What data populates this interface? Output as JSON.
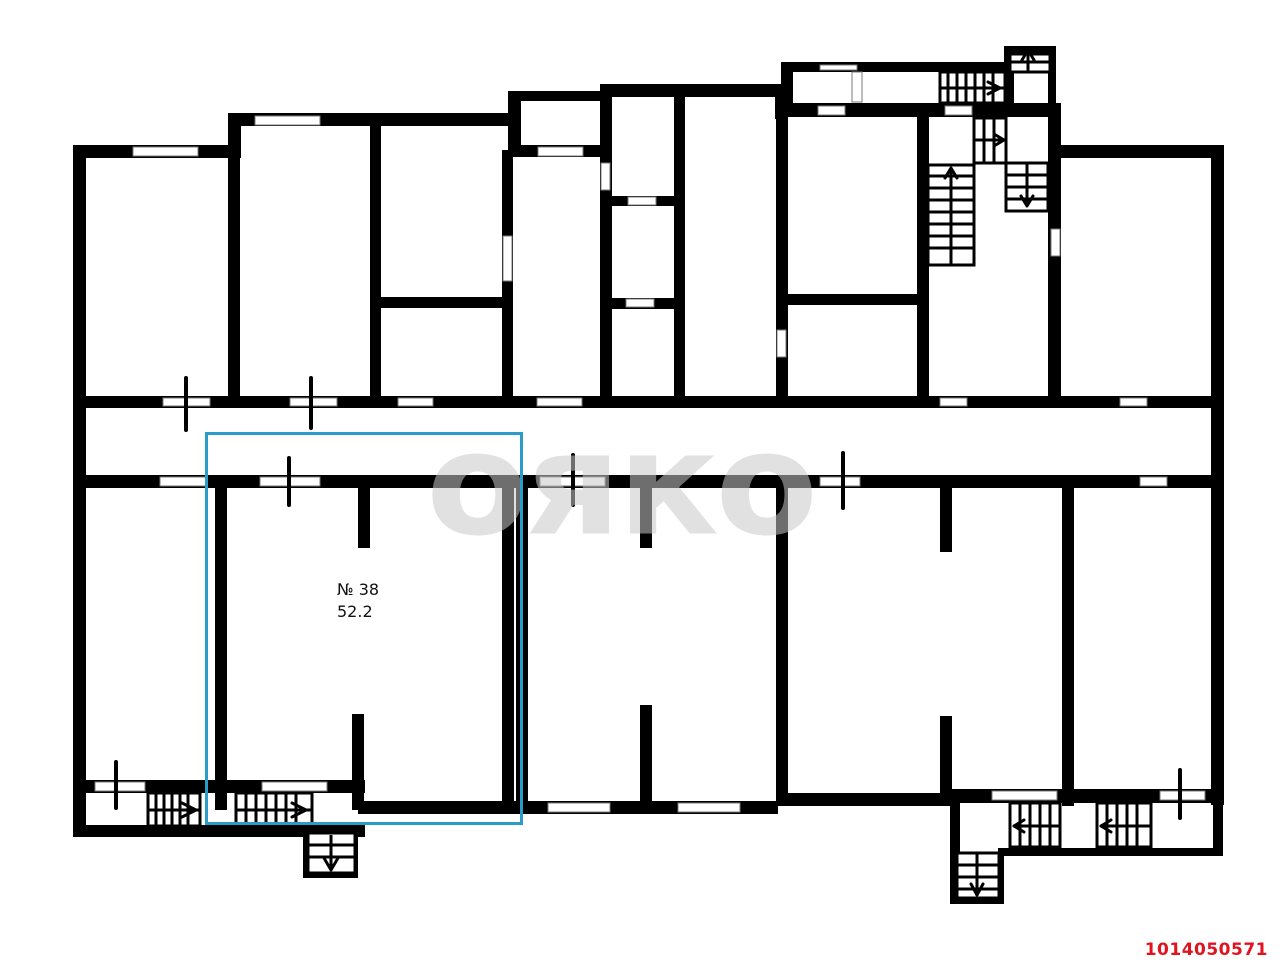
{
  "plan": {
    "watermark": "ояко",
    "unit": {
      "number_label": "№ 38",
      "area_label": "52.2"
    },
    "listing_id": "1014050571",
    "colors": {
      "wall": "#000000",
      "highlight": "#2a9cc8",
      "listing_id": "#e0141e",
      "watermark": "#c8c8c8"
    },
    "icons": {
      "stair_arrows": [
        "arrow-up",
        "arrow-right",
        "arrow-down",
        "arrow-left"
      ]
    }
  }
}
